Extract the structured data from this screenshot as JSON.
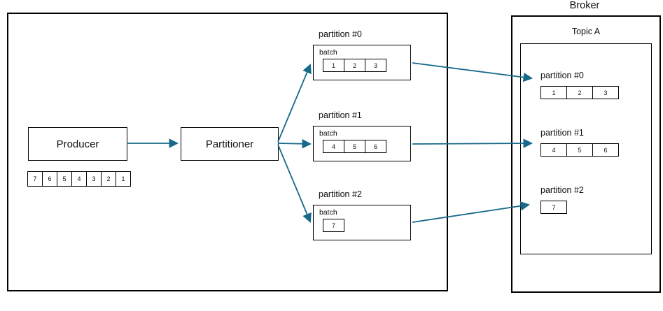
{
  "colors": {
    "arrow": "#17698a",
    "border": "#000000",
    "background": "#ffffff"
  },
  "producer": {
    "label": "Producer",
    "queue": [
      "7",
      "6",
      "5",
      "4",
      "3",
      "2",
      "1"
    ]
  },
  "partitioner": {
    "label": "Partitioner"
  },
  "batches": [
    {
      "partition_label": "partition #0",
      "batch_label": "batch",
      "messages": [
        "1",
        "2",
        "3"
      ]
    },
    {
      "partition_label": "partition #1",
      "batch_label": "batch",
      "messages": [
        "4",
        "5",
        "6"
      ]
    },
    {
      "partition_label": "partition #2",
      "batch_label": "batch",
      "messages": [
        "7"
      ]
    }
  ],
  "broker": {
    "label": "Broker",
    "topic": {
      "label": "Topic A",
      "partitions": [
        {
          "label": "partition #0",
          "messages": [
            "1",
            "2",
            "3"
          ]
        },
        {
          "label": "partition #1",
          "messages": [
            "4",
            "5",
            "6"
          ]
        },
        {
          "label": "partition #2",
          "messages": [
            "7"
          ]
        }
      ]
    }
  }
}
